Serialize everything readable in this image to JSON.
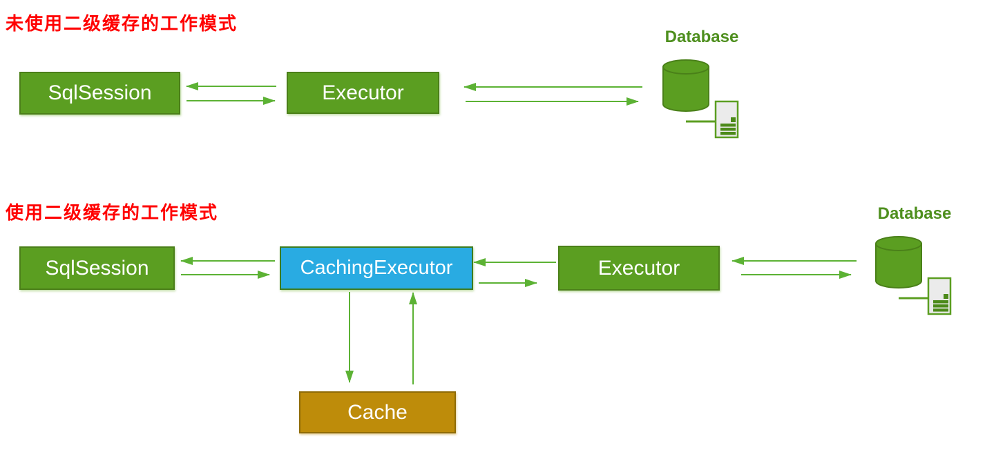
{
  "colors": {
    "title_red": "#FF0000",
    "node_green_fill": "#5B9E21",
    "node_green_border": "#4B7F19",
    "node_cyan_fill": "#29ABE2",
    "node_gold_fill": "#BE8C0A",
    "node_gold_border": "#8F6B06",
    "arrow_green": "#5CB234",
    "database_label_green": "#4E8F1E",
    "node_text": "#FFFFFF"
  },
  "sections": [
    {
      "title": "未使用二级缓存的工作模式",
      "nodes": {
        "sqlsession": "SqlSession",
        "executor": "Executor",
        "database": "Database"
      }
    },
    {
      "title": "使用二级缓存的工作模式",
      "nodes": {
        "sqlsession": "SqlSession",
        "caching_executor": "CachingExecutor",
        "executor": "Executor",
        "database": "Database",
        "cache": "Cache"
      }
    }
  ]
}
